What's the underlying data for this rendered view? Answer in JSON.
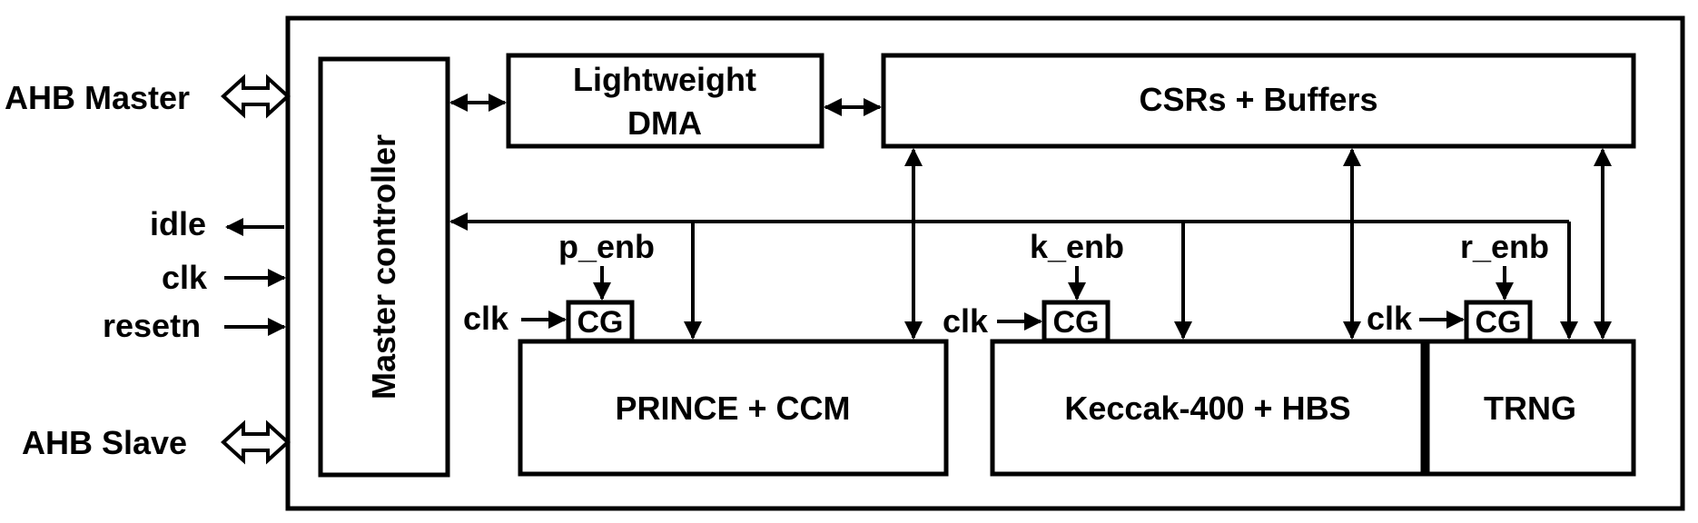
{
  "blocks": {
    "master_controller": "Master controller",
    "dma_line1": "Lightweight",
    "dma_line2": "DMA",
    "csrs": "CSRs + Buffers",
    "prince": "PRINCE + CCM",
    "keccak": "Keccak-400 + HBS",
    "trng": "TRNG",
    "cg": "CG"
  },
  "ports": {
    "ahb_master": "AHB Master",
    "ahb_slave": "AHB Slave",
    "idle": "idle",
    "clk": "clk",
    "resetn": "resetn"
  },
  "enables": {
    "prince": "p_enb",
    "keccak": "k_enb",
    "trng": "r_enb"
  },
  "clock_label": "clk"
}
